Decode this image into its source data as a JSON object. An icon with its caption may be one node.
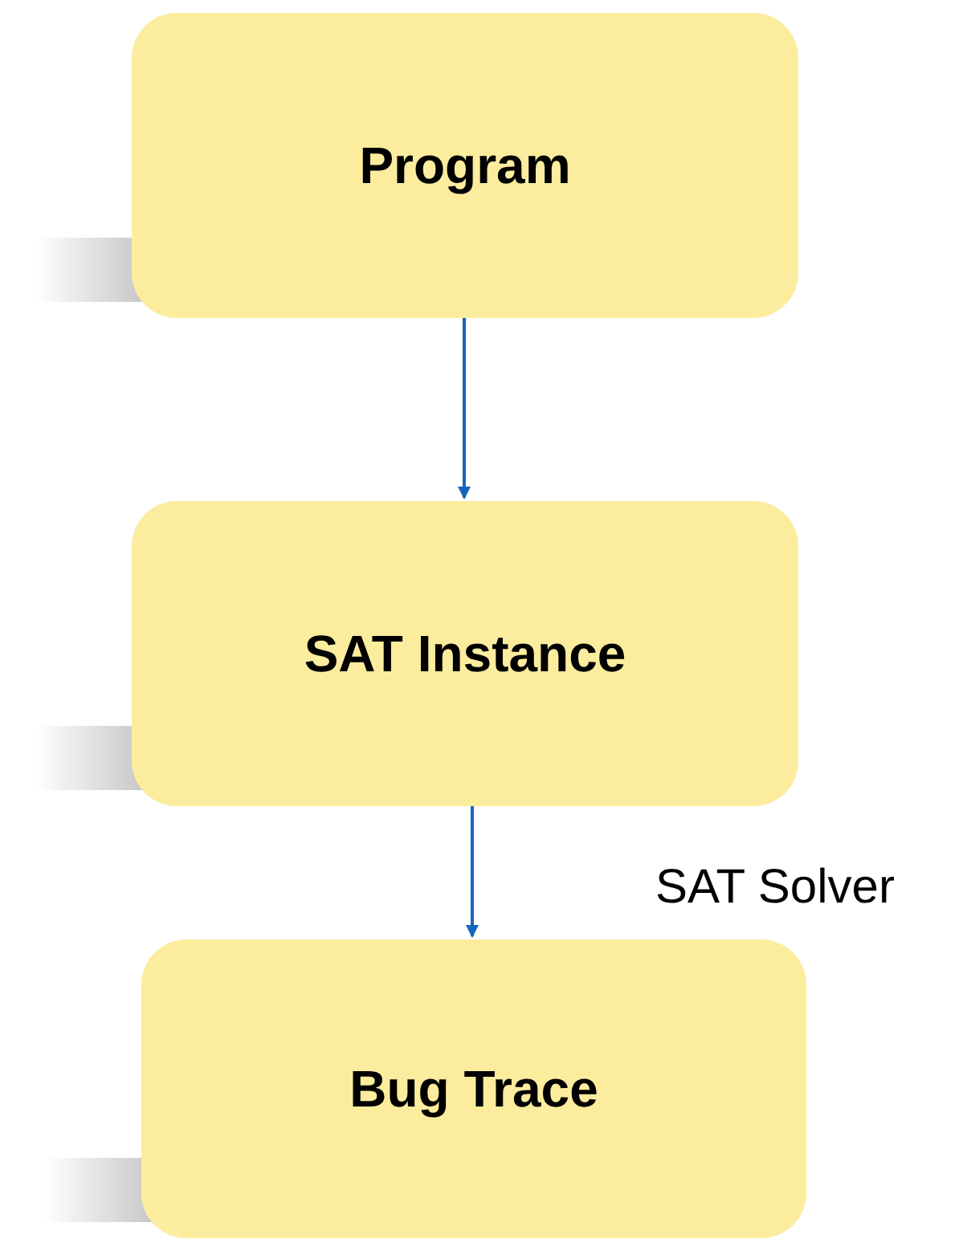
{
  "diagram": {
    "nodes": [
      {
        "text": [
          "Program"
        ]
      },
      {
        "text": [
          "SAT Instance"
        ]
      },
      {
        "text": [
          "Bug Trace"
        ]
      }
    ],
    "edges": [
      {
        "from": 0,
        "to": 1,
        "arrow": "to"
      },
      {
        "from": 1,
        "to": 2,
        "arrow": "to",
        "label": "SAT Solver"
      }
    ]
  }
}
